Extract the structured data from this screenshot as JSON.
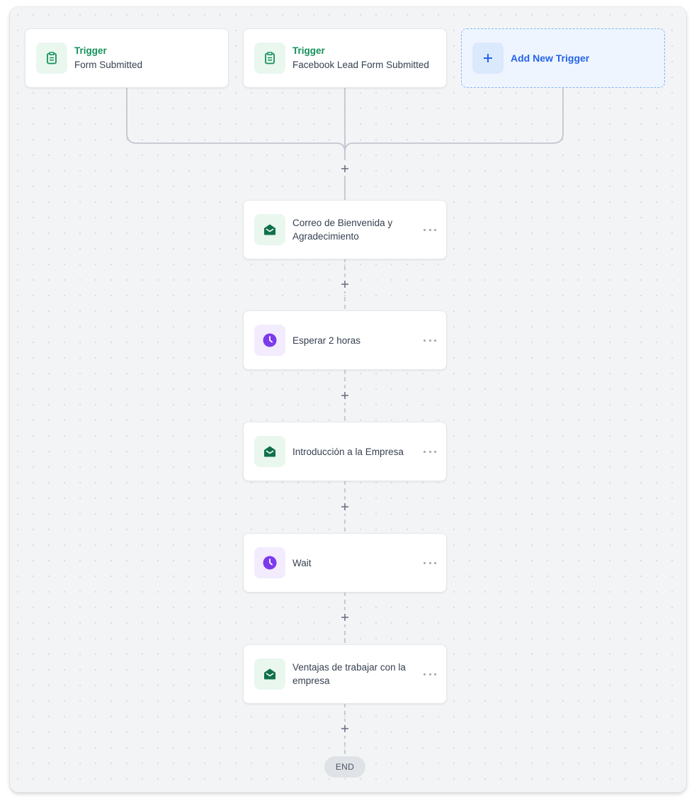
{
  "triggers": [
    {
      "label": "Trigger",
      "subtitle": "Form Submitted",
      "icon": "clipboard-icon"
    },
    {
      "label": "Trigger",
      "subtitle": "Facebook Lead Form Submitted",
      "icon": "clipboard-icon"
    }
  ],
  "add_trigger": {
    "label": "Add New Trigger",
    "icon": "plus-icon"
  },
  "steps": [
    {
      "type": "email",
      "icon": "email-icon",
      "line1": "Correo de Bienvenida y",
      "line2": "Agradecimiento"
    },
    {
      "type": "wait",
      "icon": "clock-icon",
      "line1": "Esperar 2 horas"
    },
    {
      "type": "email",
      "icon": "email-icon",
      "line1": "Introducción a la Empresa"
    },
    {
      "type": "wait",
      "icon": "clock-icon",
      "line1": "Wait"
    },
    {
      "type": "email",
      "icon": "email-icon",
      "line1": "Ventajas de trabajar con la",
      "line2": "empresa"
    }
  ],
  "end_label": "END",
  "colors": {
    "trigger_green": "#13915a",
    "email_icon": "#10704a",
    "wait_icon": "#7c3aed",
    "add_blue": "#2563eb",
    "connector": "#c2c7cf"
  }
}
